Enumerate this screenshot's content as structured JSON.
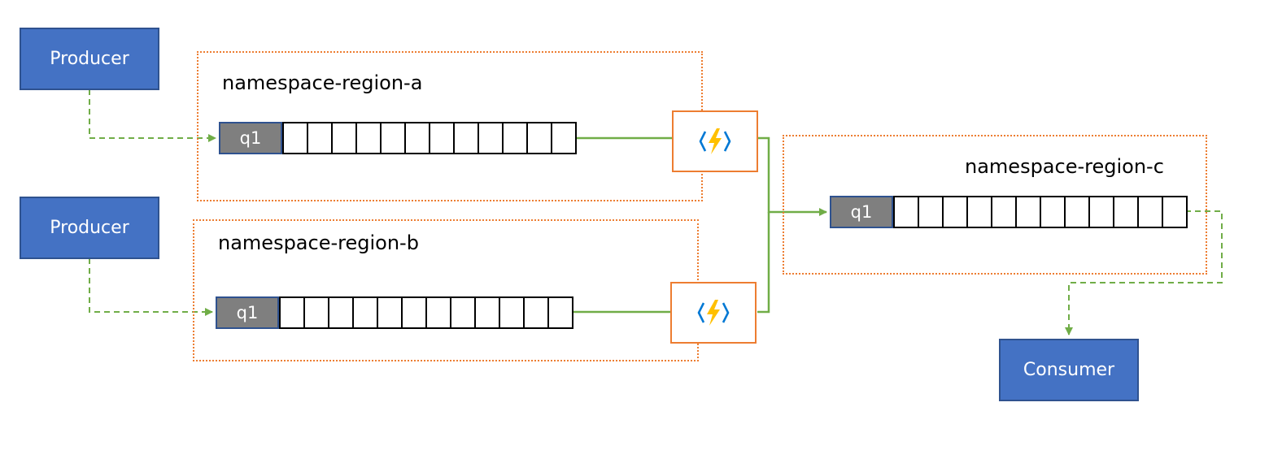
{
  "producers": [
    {
      "label": "Producer"
    },
    {
      "label": "Producer"
    }
  ],
  "consumer": {
    "label": "Consumer"
  },
  "namespaces": [
    {
      "label": "namespace-region-a",
      "queue": "q1"
    },
    {
      "label": "namespace-region-b",
      "queue": "q1"
    },
    {
      "label": "namespace-region-c",
      "queue": "q1"
    }
  ],
  "functions": [
    {
      "icon": "azure-function-icon"
    },
    {
      "icon": "azure-function-icon"
    }
  ],
  "colors": {
    "box_fill": "#4472c4",
    "namespace_border": "#ed7d31",
    "connector": "#70ad47",
    "queue_head": "#7f7f7f",
    "function_bolt": "#ffc000",
    "function_brackets": "#0078d4"
  }
}
